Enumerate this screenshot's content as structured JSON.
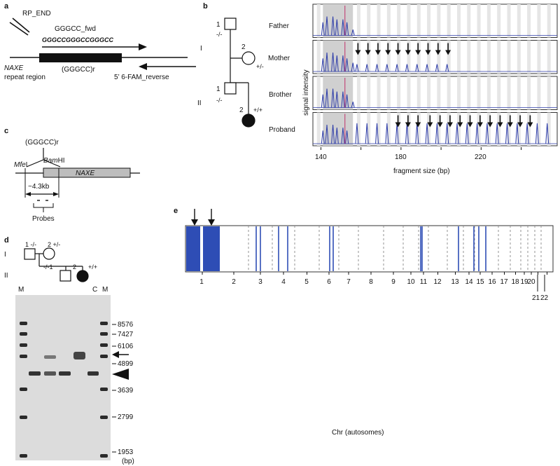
{
  "panels": {
    "a": "a",
    "b": "b",
    "c": "c",
    "d": "d",
    "e": "e"
  },
  "panel_a": {
    "rp_end": "RP_END",
    "fwd_primer": "GGGCC_fwd",
    "seq": "GGGCCGGGCCGGGCC",
    "gene": "NAXE",
    "region": "repeat region",
    "repeat": "(GGGCC)r",
    "reverse": "5’ 6-FAM_reverse"
  },
  "panel_b": {
    "gen_I": "I",
    "gen_II": "II",
    "father_id": "1",
    "father_gt": "-/-",
    "mother_id": "2",
    "mother_gt": "+/-",
    "brother_id": "1",
    "brother_gt": "-/-",
    "proband_id": "2",
    "proband_gt": "+/+",
    "trace_labels": [
      "Father",
      "Mother",
      "Brother",
      "Proband"
    ],
    "ylabel": "signal intensity",
    "xlabel": "fragment size (bp)",
    "xticks": [
      "140",
      "180",
      "220"
    ]
  },
  "panel_c": {
    "repeat": "(GGGCC)r",
    "mfe": "Mfe",
    "mfe_suffix": "I",
    "bam": "Bam",
    "bam_suffix": "HI",
    "gene": "NAXE",
    "distance": "~4.3kb",
    "probes": "Probes"
  },
  "panel_d": {
    "gen_I": "I",
    "gen_II": "II",
    "i1": "1",
    "i1_gt": "-/-",
    "i2": "2",
    "i2_gt": "+/-",
    "ii1": "1",
    "ii1_gt": "-/-",
    "ii2": "2",
    "ii2_gt": "+/+",
    "lane_m_left": "M",
    "lane_c": "C",
    "lane_m_right": "M",
    "sizes": [
      "8576",
      "7427",
      "6106",
      "4899",
      "3639",
      "2799",
      "1953"
    ],
    "unit": "(bp)"
  },
  "panel_e": {
    "chromosomes": [
      "1",
      "2",
      "3",
      "4",
      "5",
      "6",
      "7",
      "8",
      "9",
      "10",
      "11",
      "12",
      "13",
      "14",
      "15",
      "16",
      "17",
      "18",
      "19",
      "20",
      "21",
      "22"
    ],
    "xlabel": "Chr (autosomes)"
  },
  "colors": {
    "trace": "#2b3aa8",
    "highlight": "#e6e6e6",
    "block": "#2e4db5",
    "ref": "#c0306a"
  }
}
